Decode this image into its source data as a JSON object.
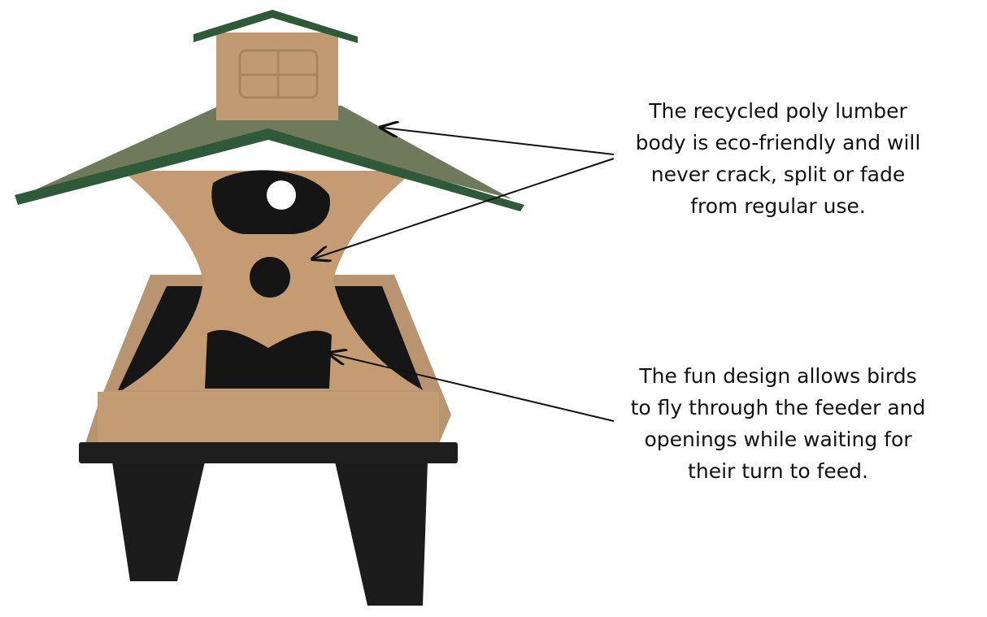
{
  "annotations": [
    {
      "lines": [
        "The recycled poly lumber",
        "body is eco-friendly and will",
        "never crack, split or fade",
        "from regular use."
      ]
    },
    {
      "lines": [
        "The fun design allows birds",
        "to fly through the feeder and",
        "openings while waiting for",
        "their turn to feed."
      ]
    }
  ],
  "colors": {
    "roof_green": "#2f5a3a",
    "roof_surface": "#6f7a5c",
    "tan": "#c39a70",
    "black": "#1b1b1b"
  }
}
